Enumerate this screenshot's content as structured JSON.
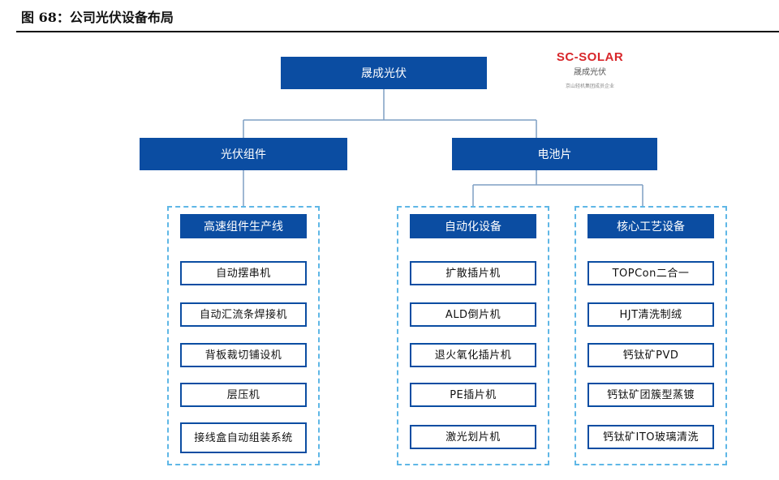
{
  "header": {
    "title": "图 68：公司光伏设备布局"
  },
  "logo": {
    "brand": "SC-SOLAR",
    "cn_name": "晟成光伏",
    "subtitle": "京山轻机集团成员企业"
  },
  "diagram": {
    "root": "晟成光伏",
    "branches": [
      {
        "label": "光伏组件",
        "groups": [
          {
            "label": "高速组件生产线",
            "items": [
              "自动摆串机",
              "自动汇流条焊接机",
              "背板裁切铺设机",
              "层压机",
              "接线盒自动组装系统"
            ]
          }
        ]
      },
      {
        "label": "电池片",
        "groups": [
          {
            "label": "自动化设备",
            "items": [
              "扩散插片机",
              "ALD倒片机",
              "退火氧化插片机",
              "PE插片机",
              "激光划片机"
            ]
          },
          {
            "label": "核心工艺设备",
            "items": [
              "TOPCon二合一",
              "HJT清洗制绒",
              "钙钛矿PVD",
              "钙钛矿团簇型蒸镀",
              "钙钛矿ITO玻璃清洗"
            ]
          }
        ]
      }
    ]
  },
  "colors": {
    "node_fill": "#0b4da2",
    "group_border": "#5fb7e6",
    "connector": "#7f9fc4",
    "brand_red": "#d8262a"
  }
}
